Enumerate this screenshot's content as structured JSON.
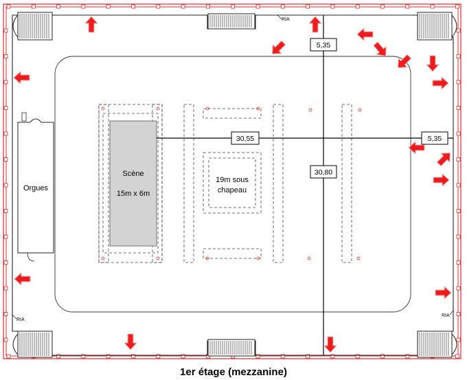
{
  "colors": {
    "wall_red": "#e0292b",
    "arrow_red": "#ee1c1c",
    "stage_fill": "#d3d3d3",
    "line": "#000000"
  },
  "labels": {
    "organ": "Orgues",
    "stage_title": "Scène",
    "stage_size": "15m x 6m",
    "hat_line1": "19m sous",
    "hat_line2": "chapeau",
    "ria_top": "RIA",
    "ria_left": "RIA",
    "ria_right": "RIA",
    "title": "1er étage (mezzanine)"
  },
  "measurements": {
    "top_vertical": "5,35",
    "horizontal": "30,55",
    "right_horizontal": "5,35",
    "vertical": "30,80"
  },
  "icons": [
    "arrow-icon",
    "staircase-icon"
  ]
}
